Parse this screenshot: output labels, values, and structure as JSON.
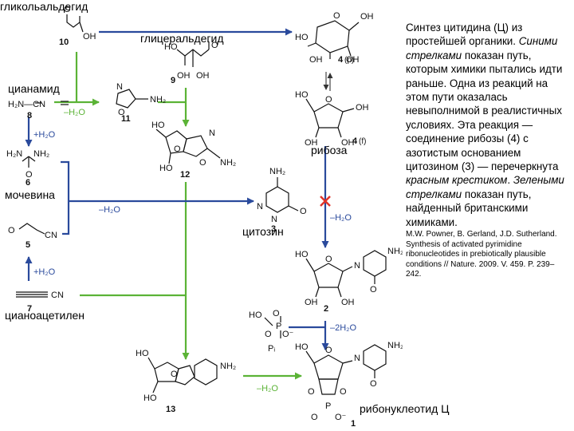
{
  "labels": {
    "glycolaldehyde": "гликольальдегид",
    "glyceraldehyde": "глицеральдегид",
    "cyanamide": "цианамид",
    "urea": "мочевина",
    "cyanoacetylene": "цианоацетилен",
    "ribose": "рибоза",
    "cytosine": "цитозин",
    "ribonucleotide": "рибонуклеотид Ц"
  },
  "compounds": {
    "c10": "10",
    "c9": "9",
    "c8": "8",
    "c11": "11",
    "c12": "12",
    "c6": "6",
    "c5": "5",
    "c7": "7",
    "c13": "13",
    "c3": "3",
    "c4p": "4",
    "c4p_form": "(p)",
    "c4f": "4",
    "c4f_form": "(f)",
    "c2": "2",
    "c1": "1"
  },
  "reagents": {
    "minus_h2o_green_1": "–H₂O",
    "plus_h2o_1": "+H₂O",
    "minus_h2o_blue": "–H₂O",
    "plus_h2o_2": "+H₂O",
    "minus_h2o_ribose": "–H₂O",
    "minus_2h2o": "–2H₂O",
    "minus_h2o_green_2": "–H₂O",
    "pi": "Pᵢ"
  },
  "caption": {
    "p1": "Синтез цитидина (Ц) из простейшей органики. ",
    "p2": "Синими стрелками",
    "p3": " показан путь, которым химики пытались идти раньше. Одна из реакций на этом пути оказалась невыполнимой в реалистичных условиях. Эта реакция — соединение рибозы (4) с азотистым основанием цитозином (3) — перечеркнута ",
    "p4": "красным крестиком",
    "p5": ". ",
    "p6": "Зелеными стрелками",
    "p7": " показан путь, найденный британскими химиками.",
    "reference": "M.W. Powner, B. Gerland, J.D. Sutherland. Synthesis of activated pyrimidine ribonucleotides in prebiotically plausible conditions // Nature. 2009. V. 459. P. 239–242."
  },
  "colors": {
    "green_path": "#5bb336",
    "blue_path": "#2a4a9c",
    "blocked_cross": "#e0342a"
  }
}
